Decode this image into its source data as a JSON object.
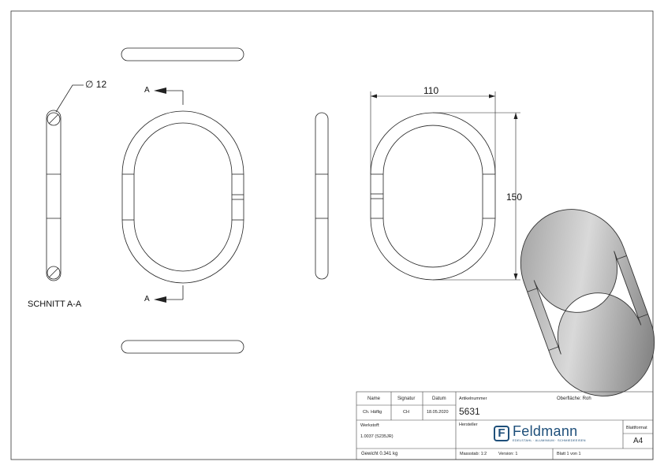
{
  "labels": {
    "diameter": "∅ 12",
    "section_marker_top": "A",
    "section_marker_bottom": "A",
    "section_title": "SCHNITT A-A",
    "dim_width": "110",
    "dim_height": "150"
  },
  "title_block": {
    "name_header": "Name",
    "signature_header": "Signatur",
    "date_header": "Datum",
    "name": "Ch. Häflig",
    "signature": "CH",
    "date": "18.05.2020",
    "article_number_label": "Artikelnummer",
    "article_number": "5631",
    "surface": "Oberfläche: Roh",
    "material_label": "Werkstoff:",
    "material": "1.0037 (S235JR)",
    "manufacturer_label": "Hersteller",
    "format_label": "Blattformat",
    "format": "A4",
    "weight": "Gewicht 0.341 kg",
    "scale": "Massstab: 1:2",
    "version": "Version: 1",
    "sheet": "Blatt 1 von 1"
  },
  "logo": {
    "mark": "F",
    "name": "Feldmann",
    "tagline": "EDELSTAHL · ALUMINIUM · SCHMIEDEEISEN",
    "color": "#1e4f7a"
  }
}
